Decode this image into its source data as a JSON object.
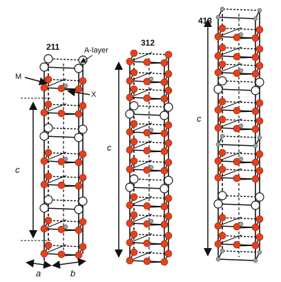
{
  "structures": [
    {
      "id": "211",
      "label": "211"
    },
    {
      "id": "312",
      "label": "312"
    },
    {
      "id": "413",
      "label": "413"
    }
  ],
  "labels": {
    "a_layer": "A-layer",
    "m": "M",
    "x": "X",
    "c": "c",
    "a": "a",
    "b": "b"
  },
  "colors": {
    "m_atom": "#e8401c",
    "a_atom": "#ffffff",
    "x_atom": "#9aa0a0",
    "line": "#111111"
  }
}
